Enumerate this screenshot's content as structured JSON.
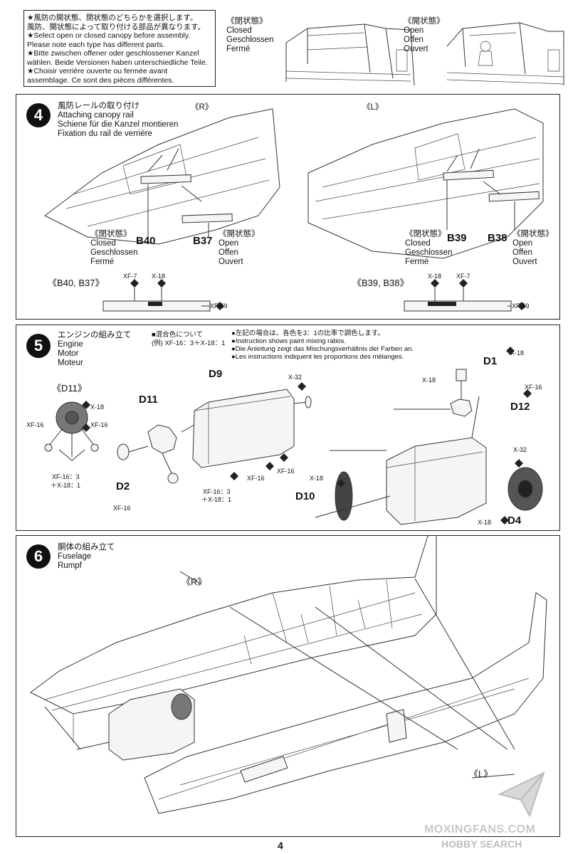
{
  "top_note": {
    "lines": [
      "★風防の開状態、閉状態のどちらかを選択します。",
      "風防、開状態によって取り付ける部品が異なります。",
      "★Select open or closed canopy before assembly.",
      "Please note each type has different parts.",
      "★Bitte zwischen offener oder geschlossener Kanzel",
      "wählen. Beide Versionen haben unterschiedliche Teile.",
      "★Choisir verrière ouverte ou fermée avant",
      "assemblage. Ce sont des pièces différentes."
    ],
    "closed_label": [
      "《閉状態》",
      "Closed",
      "Geschlossen",
      "Fermé"
    ],
    "open_label": [
      "《開状態》",
      "Open",
      "Offen",
      "Ouvert"
    ]
  },
  "step4": {
    "number": "4",
    "title": [
      "風防レールの取り付け",
      "Attaching canopy rail",
      "Schiene für die Kanzel montieren",
      "Fixation du rail de verrière"
    ],
    "right_tag": "《R》",
    "left_tag": "《L》",
    "closed_text": [
      "《閉状態》",
      "Closed",
      "Geschlossen",
      "Fermé"
    ],
    "open_text": [
      "《開状態》",
      "Open",
      "Offen",
      "Ouvert"
    ],
    "parts": {
      "b40": "B40",
      "b37": "B37",
      "b39": "B39",
      "b38": "B38"
    },
    "detail_left": "《B40, B37》",
    "detail_right": "《B39, B38》",
    "paints": {
      "xf7": "XF-7",
      "x18": "X-18",
      "xf59": "XF-59"
    }
  },
  "step5": {
    "number": "5",
    "title": [
      "エンジンの組み立て",
      "Engine",
      "Motor",
      "Moteur"
    ],
    "mix_header": [
      "■混合色について",
      "(例) XF-16：3＋X-18：1"
    ],
    "mix_notes": [
      "●左記の場合は、各色を3：1の比率で調色します。",
      "●Instruction shows paint mixing ratios.",
      "●Die Anleitung zeigt das Mischungsverhältnis der Farben an.",
      "●Les instructions indiquent les proportions des mélanges."
    ],
    "d11_tag": "《D11》",
    "parts": {
      "d11": "D11",
      "d9": "D9",
      "d2": "D2",
      "d1": "D1",
      "d12": "D12",
      "d10": "D10",
      "d4": "D4"
    },
    "paints": {
      "x18": "X-18",
      "xf16": "XF-16",
      "x32": "X-32",
      "mix_a": "XF-16：3",
      "mix_b": "＋X-18：1"
    }
  },
  "step6": {
    "number": "6",
    "title": [
      "胴体の組み立て",
      "Fuselage",
      "Rumpf"
    ],
    "right_tag": "《R》",
    "left_tag": "《L》"
  },
  "page_number": "4",
  "watermark": {
    "site1": "MOXINGFANS.COM",
    "site2": "HOBBY SEARCH"
  }
}
